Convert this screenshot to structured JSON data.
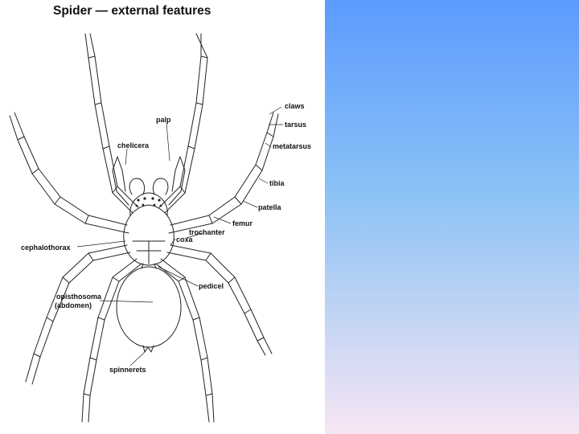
{
  "diagram": {
    "title": "Spider — external features",
    "labels": {
      "claws": "claws",
      "tarsus": "tarsus",
      "metatarsus": "metatarsus",
      "palp": "palp",
      "chelicera": "chelicera",
      "tibia": "tibia",
      "patella": "patella",
      "femur": "femur",
      "trochanter": "trochanter",
      "coxa": "coxa",
      "cephalothorax": "cephalothorax",
      "pedicel": "pedicel",
      "opisthosoma": "opisthosoma",
      "abdomen": "(abdomen)",
      "spinnerets": "spinnerets"
    }
  },
  "panel": {
    "gradient_top": "#5b9bff",
    "gradient_mid": "#8cc2f5",
    "gradient_bottom": "#f7e6f4"
  }
}
